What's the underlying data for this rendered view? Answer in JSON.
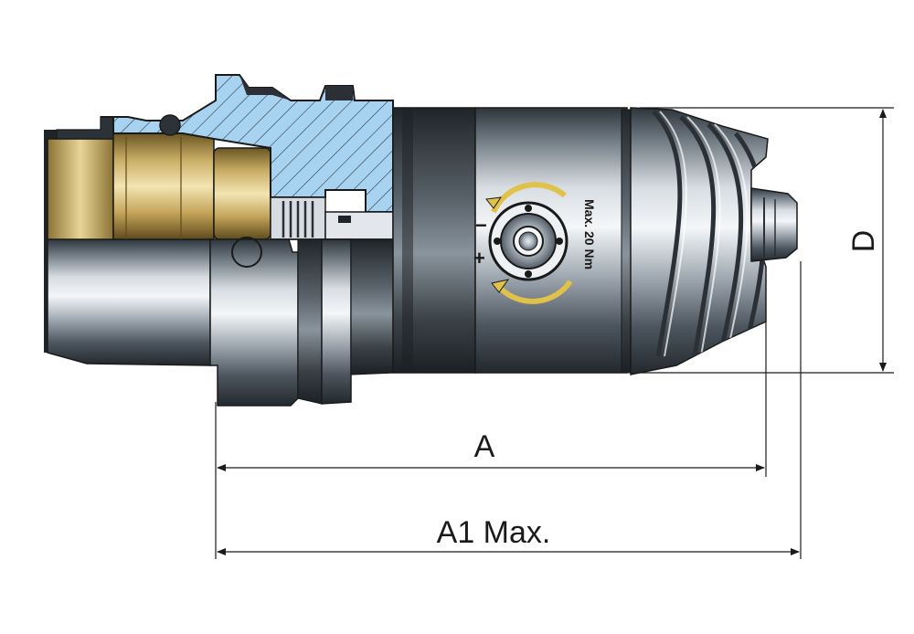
{
  "drawing": {
    "dimensions": {
      "a_label": "A",
      "a1_label": "A1 Max.",
      "d_label": "D"
    },
    "chuck_marking": {
      "torque_text": "Max. 20 Nm",
      "minus_sign": "−",
      "plus_sign": "+"
    },
    "colors": {
      "section_blue": "#a8d3f0",
      "brass": "#d9bf7c",
      "steel_dark": "#3c444c",
      "arrow_yellow": "#e0c24a",
      "line": "#1a1a1a"
    }
  }
}
